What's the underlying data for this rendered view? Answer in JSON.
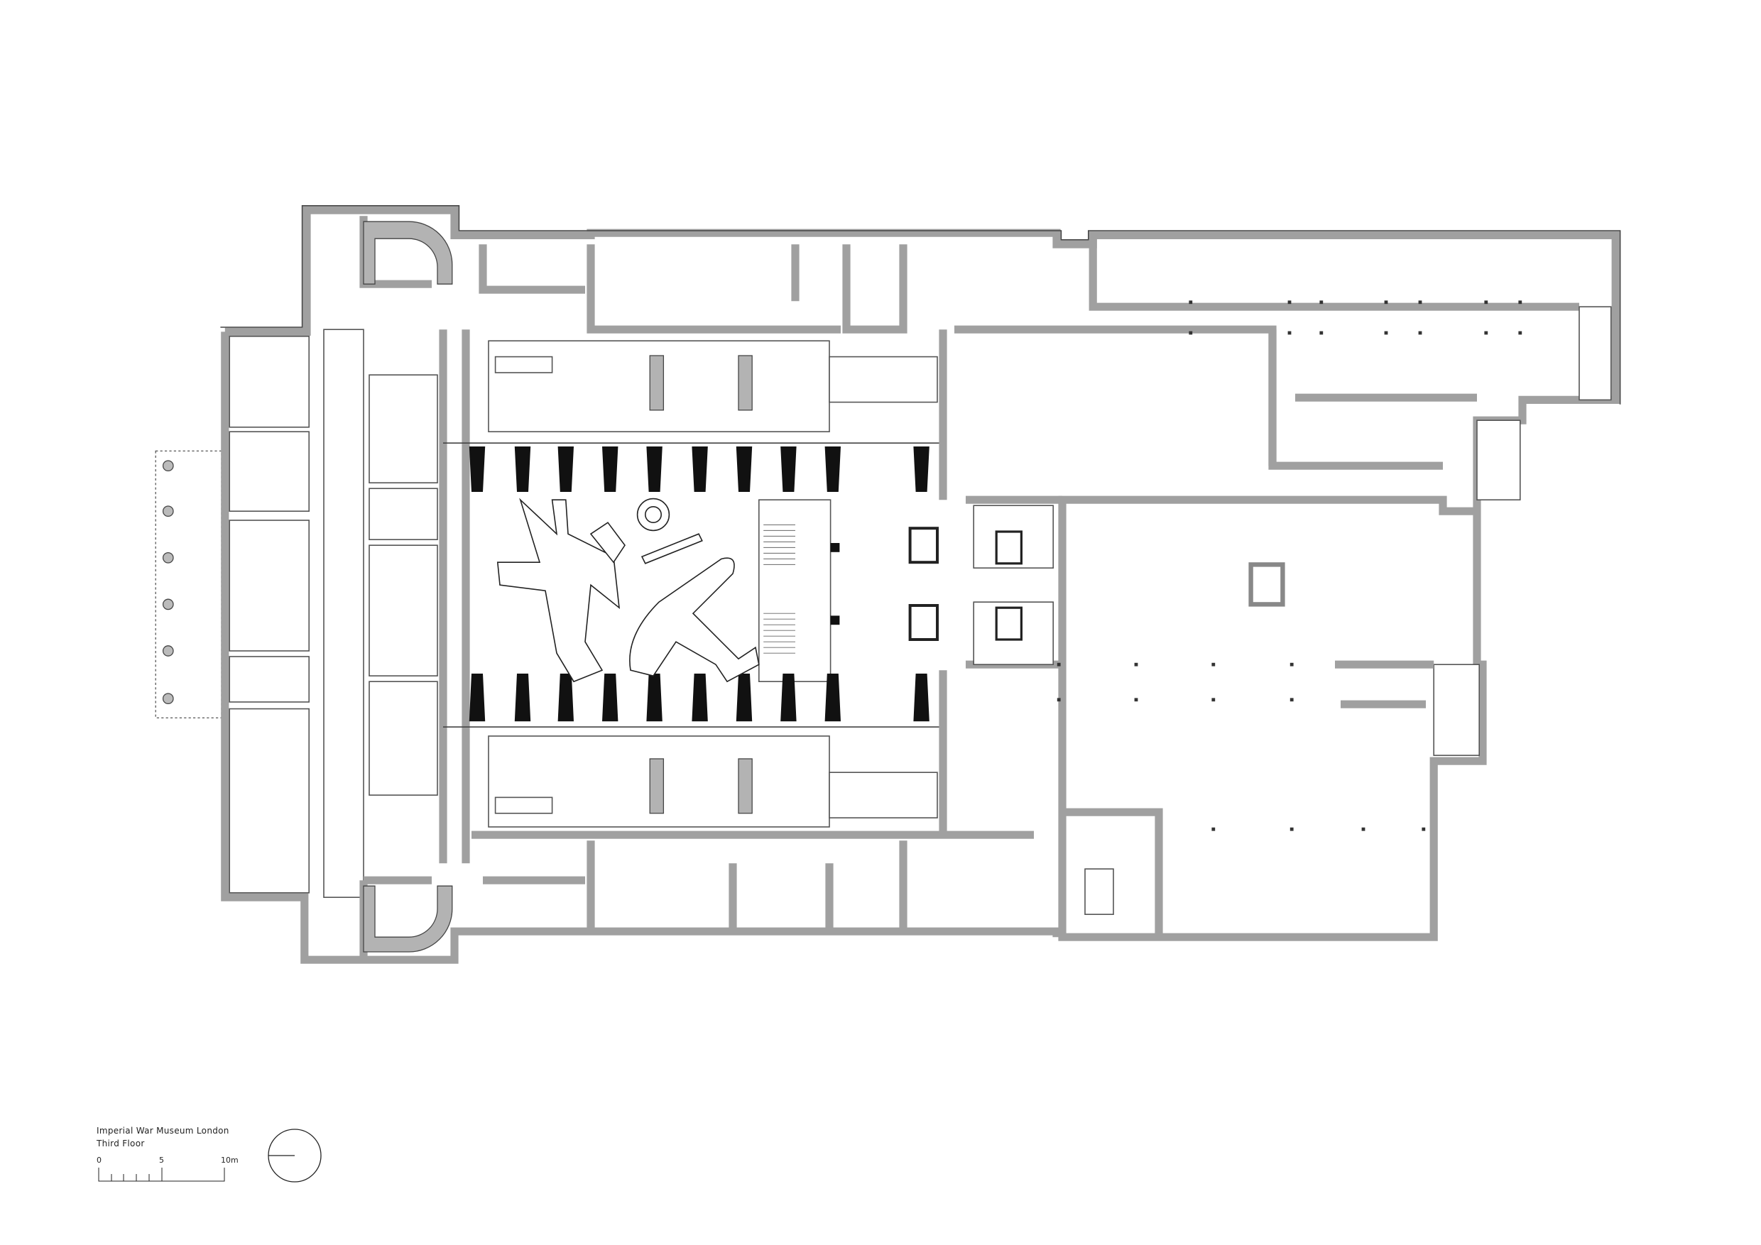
{
  "drawing": {
    "title": "Imperial War Museum London",
    "floor": "Third Floor"
  },
  "scale_bar": {
    "labels": [
      "0",
      "5",
      "10m"
    ]
  },
  "north_arrow": {
    "icon": "north-arrow-icon"
  },
  "colors": {
    "wall": "#a0a0a0",
    "line": "#444444",
    "column": "#111111"
  }
}
